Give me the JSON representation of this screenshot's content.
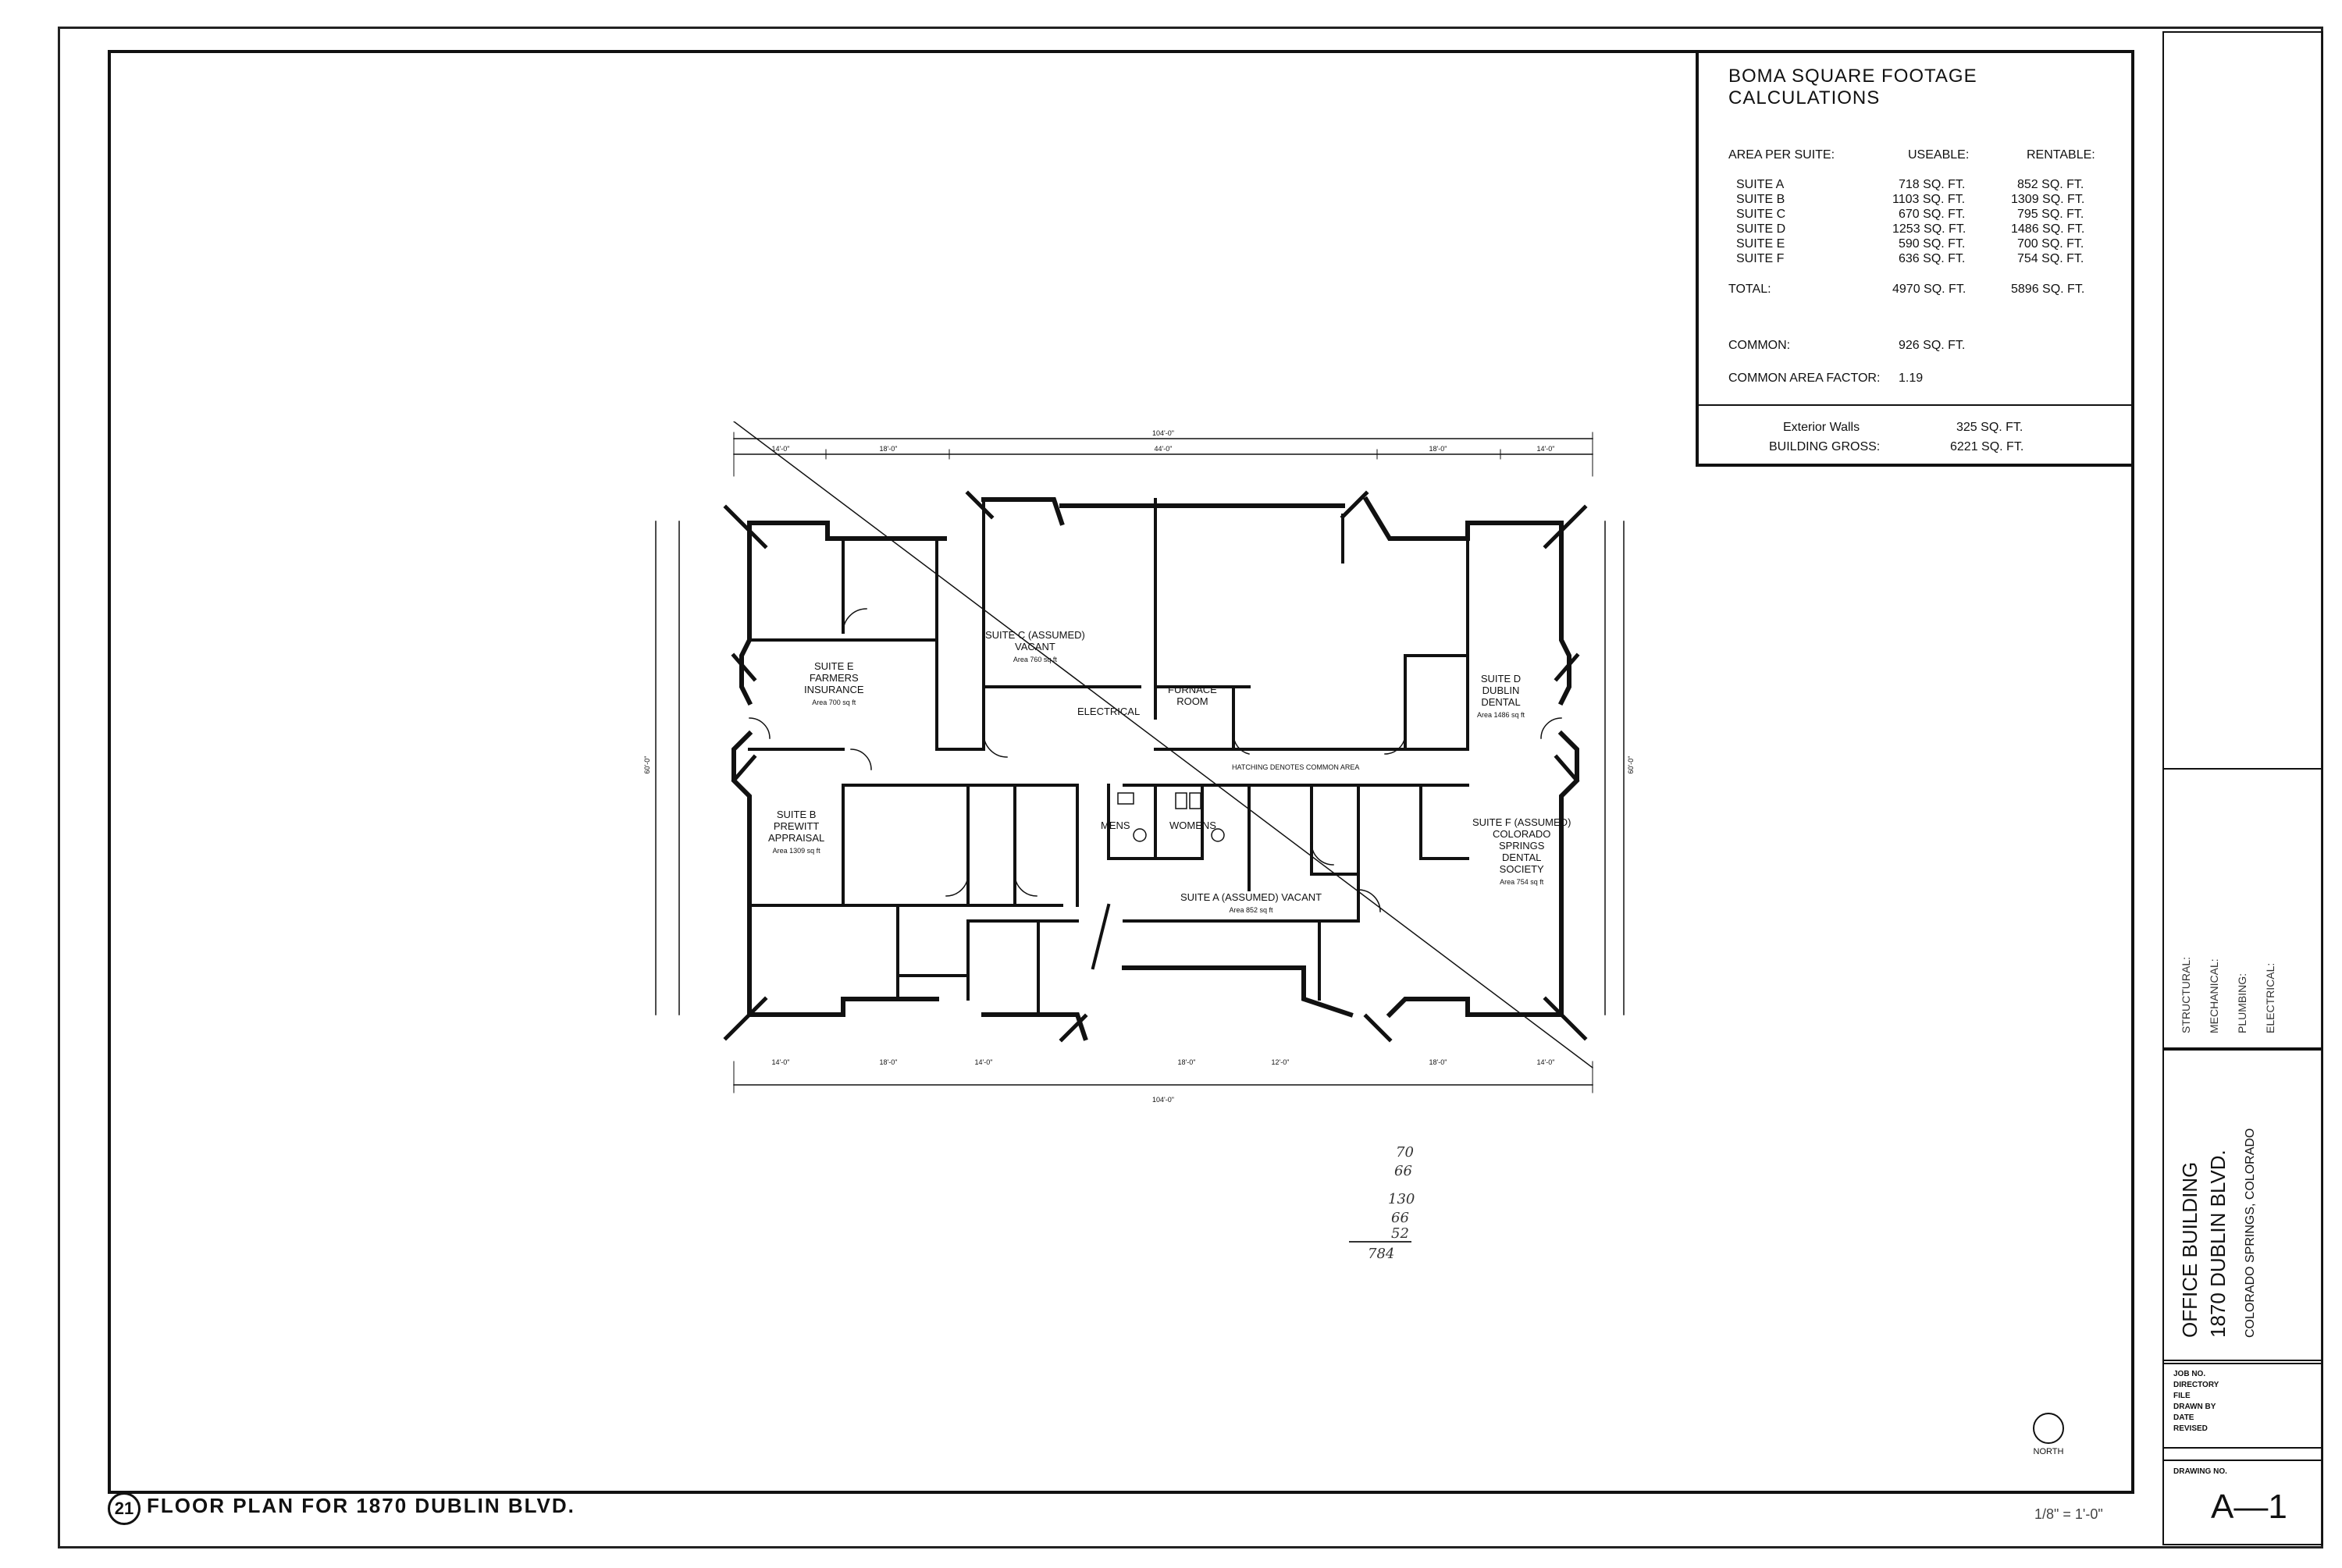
{
  "boma": {
    "title": "BOMA SQUARE FOOTAGE CALCULATIONS",
    "col_area": "AREA PER SUITE:",
    "col_useable": "USEABLE:",
    "col_rentable": "RENTABLE:",
    "rows": [
      {
        "suite": "SUITE A",
        "useable": "718 SQ. FT.",
        "rentable": "852 SQ. FT."
      },
      {
        "suite": "SUITE B",
        "useable": "1103 SQ. FT.",
        "rentable": "1309 SQ. FT."
      },
      {
        "suite": "SUITE C",
        "useable": "670 SQ. FT.",
        "rentable": "795 SQ. FT."
      },
      {
        "suite": "SUITE D",
        "useable": "1253 SQ. FT.",
        "rentable": "1486 SQ. FT."
      },
      {
        "suite": "SUITE E",
        "useable": "590 SQ. FT.",
        "rentable": "700 SQ. FT."
      },
      {
        "suite": "SUITE F",
        "useable": "636 SQ. FT.",
        "rentable": "754 SQ. FT."
      }
    ],
    "total_label": "TOTAL:",
    "total_useable": "4970 SQ. FT.",
    "total_rentable": "5896 SQ. FT.",
    "common_label": "COMMON:",
    "common_value": "926 SQ. FT.",
    "factor_label": "COMMON AREA FACTOR:",
    "factor_value": "1.19",
    "ext_label": "Exterior Walls",
    "ext_value": "325 SQ. FT.",
    "gross_label": "BUILDING GROSS:",
    "gross_value": "6221 SQ. FT."
  },
  "rooms": {
    "suite_c": "SUITE C (ASSUMED)",
    "suite_c_2": "VACANT",
    "suite_c_area": "Area 760 sq ft",
    "suite_e": "SUITE E",
    "suite_e_2": "FARMERS",
    "suite_e_3": "INSURANCE",
    "suite_e_area": "Area 700 sq ft",
    "suite_d": "SUITE D",
    "suite_d_2": "DUBLIN",
    "suite_d_3": "DENTAL",
    "suite_d_area": "Area 1486 sq ft",
    "suite_b": "SUITE B",
    "suite_b_2": "PREWITT",
    "suite_b_3": "APPRAISAL",
    "suite_b_area": "Area 1309 sq ft",
    "suite_f": "SUITE F (ASSUMED)",
    "suite_f_2": "COLORADO",
    "suite_f_3": "SPRINGS",
    "suite_f_4": "DENTAL",
    "suite_f_5": "SOCIETY",
    "suite_f_area": "Area 754 sq ft",
    "suite_a": "SUITE A (ASSUMED) VACANT",
    "suite_a_area": "Area 852 sq ft",
    "electrical": "ELECTRICAL",
    "furnace": "FURNACE",
    "furnace_2": "ROOM",
    "mens": "MENS",
    "womens": "WOMENS",
    "common_note": "HATCHING DENOTES COMMON AREA"
  },
  "dims": {
    "overall": "104'-0\"",
    "top": [
      "14'-0\"",
      "18'-0\"",
      "44'-0\"",
      "18'-0\"",
      "14'-0\""
    ],
    "bottom": [
      "14'-0\"",
      "18'-0\"",
      "14'-0\"",
      "18'-0\"",
      "12'-0\"",
      "18'-0\"",
      "14'-0\""
    ],
    "side": "60'-0\""
  },
  "title_block": {
    "disciplines": [
      "STRUCTURAL:",
      "MECHANICAL:",
      "PLUMBING:",
      "ELECTRICAL:"
    ],
    "project_1": "OFFICE BUILDING",
    "project_2": "1870 DUBLIN BLVD.",
    "project_3": "COLORADO SPRINGS, COLORADO",
    "info_labels": [
      "JOB NO.",
      "DIRECTORY",
      "FILE",
      "DRAWN BY",
      "DATE",
      "REVISED"
    ],
    "drawing_no_label": "DRAWING NO.",
    "drawing_no": "A—1"
  },
  "plan_title": {
    "number": "21",
    "text": "FLOOR PLAN FOR 1870 DUBLIN BLVD.",
    "scale": "1/8\" = 1'-0\""
  },
  "north_label": "NORTH",
  "handwritten": [
    "70",
    "66",
    "130",
    "66",
    "52",
    "784"
  ]
}
